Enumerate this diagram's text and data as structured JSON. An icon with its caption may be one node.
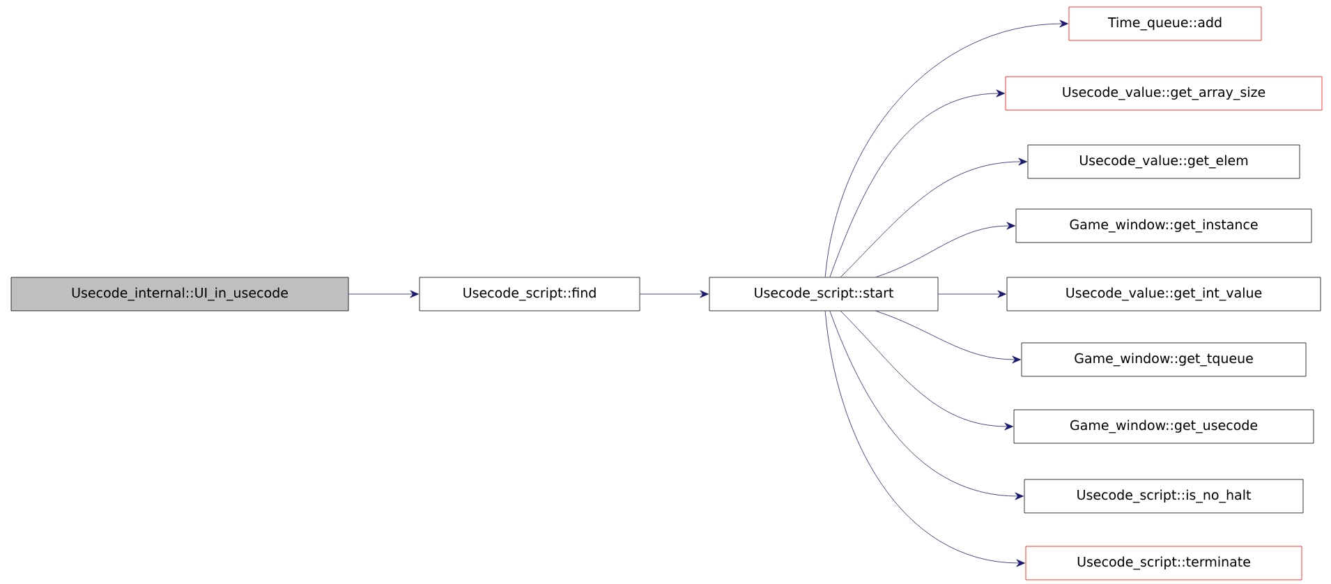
{
  "diagram": {
    "nodes": [
      {
        "text": [
          "Usecode_internal::UI_in_usecode"
        ]
      },
      {
        "text": [
          "Usecode_script::find"
        ]
      },
      {
        "text": [
          "Usecode_script::start"
        ]
      },
      {
        "text": [
          "Time_queue::add"
        ]
      },
      {
        "text": [
          "Usecode_value::get_array_size"
        ]
      },
      {
        "text": [
          "Usecode_value::get_elem"
        ]
      },
      {
        "text": [
          "Game_window::get_instance"
        ]
      },
      {
        "text": [
          "Usecode_value::get_int_value"
        ]
      },
      {
        "text": [
          "Game_window::get_tqueue"
        ]
      },
      {
        "text": [
          "Game_window::get_usecode"
        ]
      },
      {
        "text": [
          "Usecode_script::is_no_halt"
        ]
      },
      {
        "text": [
          "Usecode_script::terminate"
        ]
      }
    ],
    "edges": [
      {
        "from": 0,
        "to": 1,
        "arrow": "to"
      },
      {
        "from": 1,
        "to": 2,
        "arrow": "to"
      },
      {
        "from": 2,
        "to": 3,
        "arrow": "to"
      },
      {
        "from": 2,
        "to": 4,
        "arrow": "to"
      },
      {
        "from": 2,
        "to": 5,
        "arrow": "to"
      },
      {
        "from": 2,
        "to": 6,
        "arrow": "to"
      },
      {
        "from": 2,
        "to": 7,
        "arrow": "to"
      },
      {
        "from": 2,
        "to": 8,
        "arrow": "to"
      },
      {
        "from": 2,
        "to": 9,
        "arrow": "to"
      },
      {
        "from": 2,
        "to": 10,
        "arrow": "to"
      },
      {
        "from": 2,
        "to": 11,
        "arrow": "to"
      }
    ]
  }
}
